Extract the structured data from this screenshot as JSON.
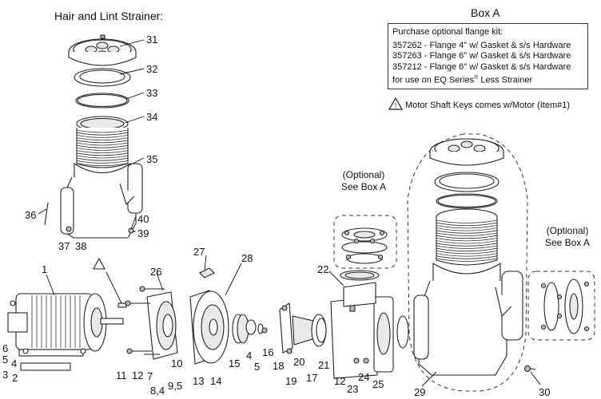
{
  "titles": {
    "strainer": "Hair and Lint Strainer:",
    "box_a": "Box A"
  },
  "flange_kit": {
    "heading": "Purchase optional flange kit:",
    "items": [
      "357262 - Flange 4\" w/ Gasket & s/s Hardware",
      "357263 - Flange 6\" w/ Gasket & s/s Hardware",
      "357212 - Flange 6\" w/ Gasket & s/s Hardware"
    ],
    "note_prefix": "for use on EQ Series",
    "note_reg": "®",
    "note_suffix": " Less Strainer"
  },
  "warning": "Motor Shaft Keys comes w/Motor (Item#1)",
  "optional_labels": [
    {
      "line1": "(Optional)",
      "line2": "See Box A"
    },
    {
      "line1": "(Optional)",
      "line2": "See Box A"
    }
  ],
  "part_numbers": {
    "p1": "1",
    "p2": "2",
    "p3": "3",
    "p4": "4",
    "p5": "5",
    "p6": "6",
    "p7": "7",
    "p8_4": "8,4",
    "p9_5": "9,5",
    "p10": "10",
    "p11": "11",
    "p12": "12",
    "p12b": "12",
    "p13": "13",
    "p14": "14",
    "p15": "15",
    "p4b": "4",
    "p5b": "5",
    "p16": "16",
    "p17": "17",
    "p18": "18",
    "p19": "19",
    "p20": "20",
    "p21": "21",
    "p22": "22",
    "p23": "23",
    "p24": "24",
    "p25": "25",
    "p26": "26",
    "p27": "27",
    "p28": "28",
    "p29": "29",
    "p30": "30",
    "p31": "31",
    "p32": "32",
    "p33": "33",
    "p34": "34",
    "p35": "35",
    "p36": "36",
    "p37": "37",
    "p38": "38",
    "p39": "39",
    "p40": "40"
  }
}
